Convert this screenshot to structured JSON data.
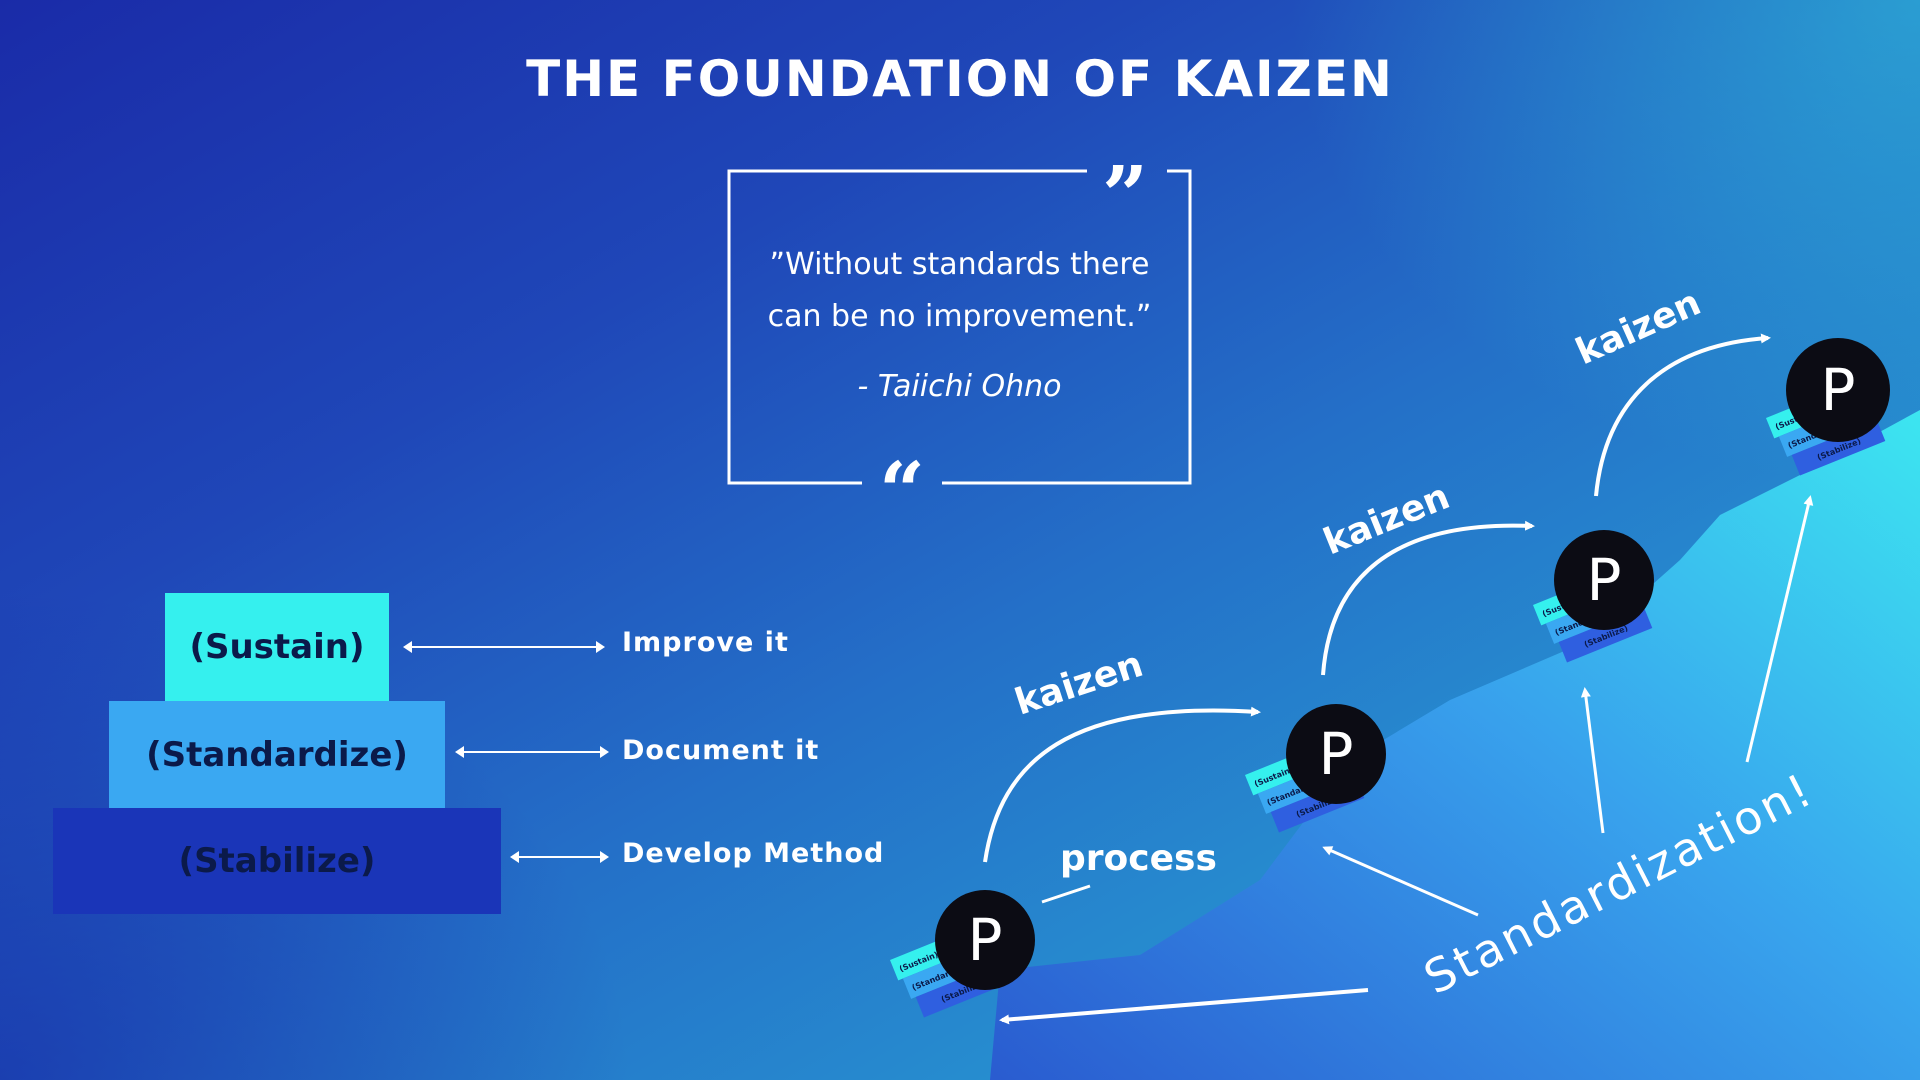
{
  "title": "THE FOUNDATION OF KAIZEN",
  "quote": {
    "line1": "”Without standards there",
    "line2": "can be no improvement.”",
    "author": "- Taiichi Ohno",
    "open_mark": "“",
    "close_mark": "”"
  },
  "pyramid": {
    "levels": [
      {
        "label": "(Sustain)",
        "action": "Improve it",
        "color": "#35f0ee"
      },
      {
        "label": "(Standardize)",
        "action": "Document it",
        "color": "#3aa8f2"
      },
      {
        "label": "(Stabilize)",
        "action": "Develop Method",
        "color": "#1a35b8"
      }
    ]
  },
  "diagram": {
    "process_symbol": "P",
    "stack_labels": [
      "(Sustain)",
      "(Standardize)",
      "(Stabilize)"
    ],
    "kaizen_label": "kaizen",
    "process_label": "process",
    "standardization_label": "Standardization!",
    "colors": {
      "ball": "#0c0c14",
      "sustain": "#35f0ee",
      "standardize": "#3aa8f2",
      "stabilize": "#2f5fe0"
    }
  }
}
